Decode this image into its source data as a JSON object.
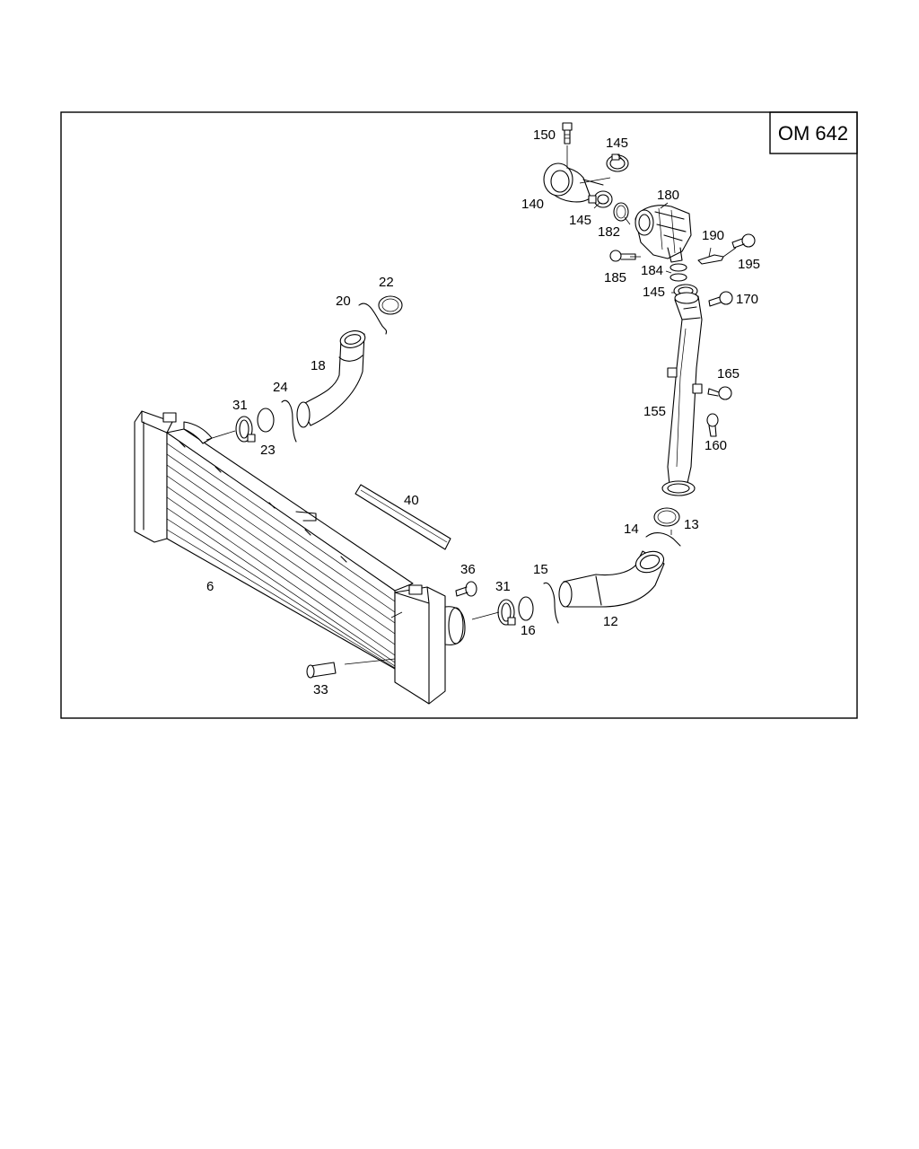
{
  "badge": "OM 642",
  "callouts": {
    "c150": "150",
    "c145a": "145",
    "c140": "140",
    "c145b": "145",
    "c182": "182",
    "c180": "180",
    "c190": "190",
    "c195": "195",
    "c185": "185",
    "c184": "184",
    "c145c": "145",
    "c170": "170",
    "c20": "20",
    "c22": "22",
    "c18": "18",
    "c24": "24",
    "c31a": "31",
    "c23": "23",
    "c165": "165",
    "c155": "155",
    "c160": "160",
    "c40": "40",
    "c14": "14",
    "c13": "13",
    "c36": "36",
    "c15": "15",
    "c31b": "31",
    "c16": "16",
    "c12": "12",
    "c6": "6",
    "c33": "33"
  }
}
